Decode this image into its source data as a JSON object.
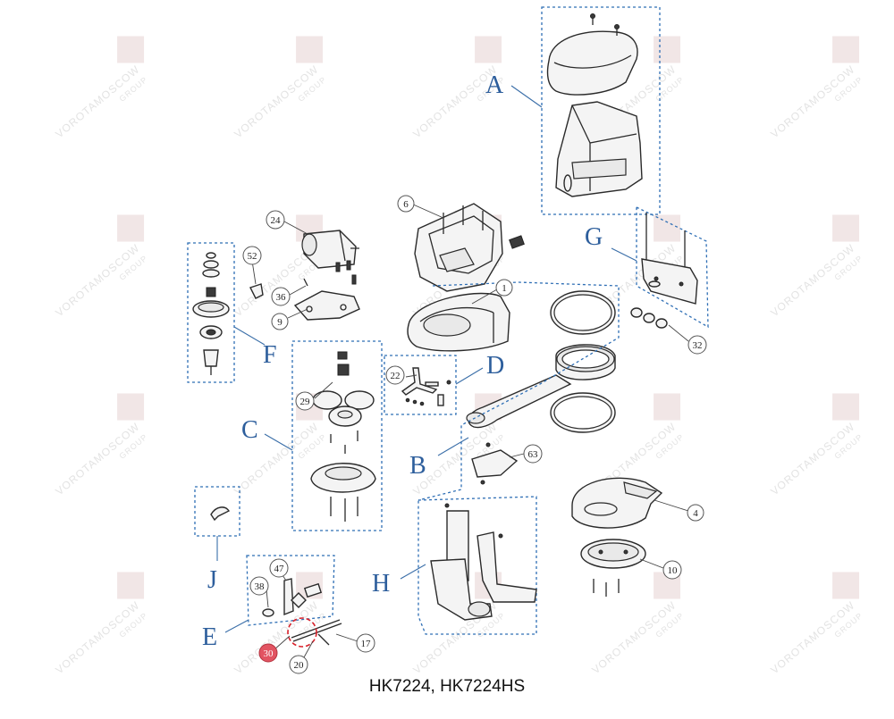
{
  "caption": "HK7224, HK7224HS",
  "watermark": "VOROTAMOSCOW",
  "watermark_sub": "GROUP",
  "group_letters": {
    "A": "A",
    "B": "B",
    "C": "C",
    "D": "D",
    "E": "E",
    "F": "F",
    "G": "G",
    "H": "H",
    "J": "J"
  },
  "callouts": {
    "c1": "1",
    "c4": "4",
    "c6": "6",
    "c9": "9",
    "c10": "10",
    "c17": "17",
    "c20": "20",
    "c22": "22",
    "c24": "24",
    "c29": "29",
    "c30": "30",
    "c32": "32",
    "c36": "36",
    "c38": "38",
    "c47": "47",
    "c52": "52",
    "c63": "63"
  },
  "highlighted_part": "30",
  "colors": {
    "group_box": "#2f6fb5",
    "highlight": "#e25462",
    "letter": "#2d5e9c"
  }
}
